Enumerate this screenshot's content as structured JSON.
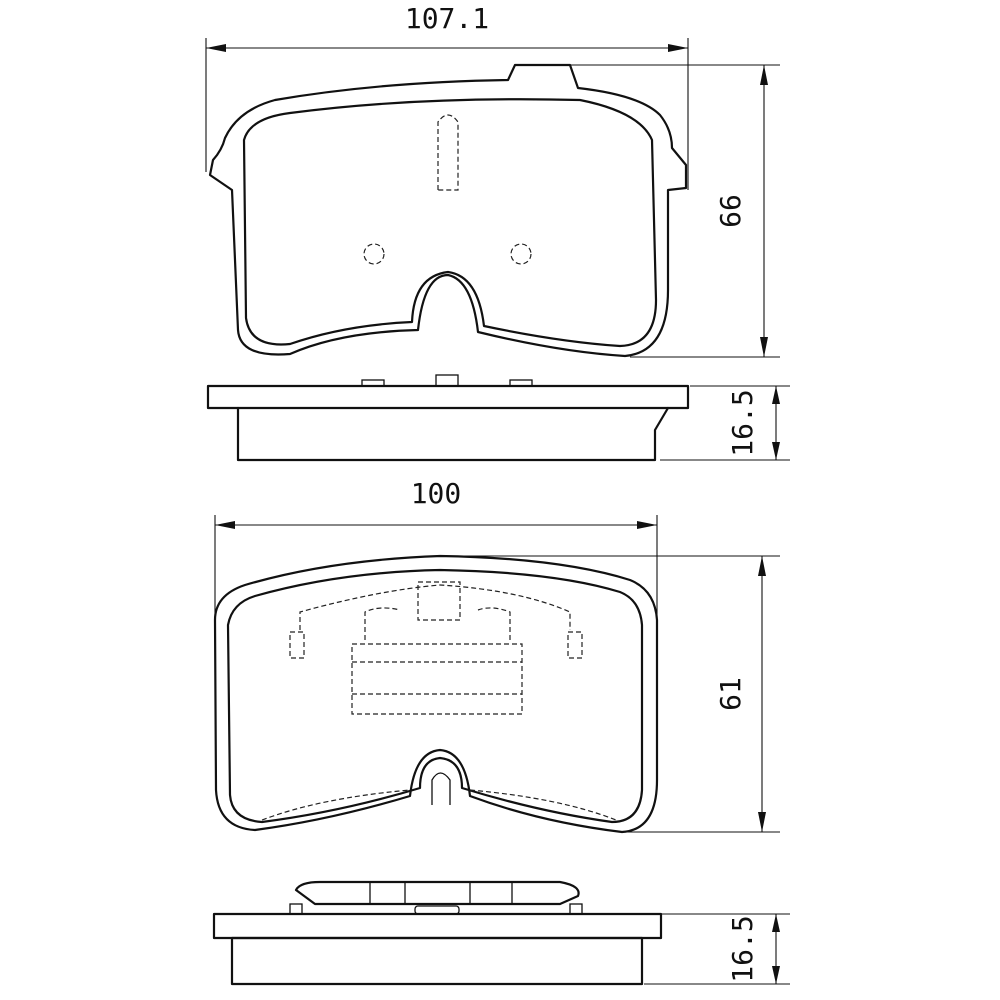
{
  "dimensions": {
    "top_pad_width": "107.1",
    "top_pad_height": "66",
    "top_pad_thickness": "16.5",
    "bottom_pad_width": "100",
    "bottom_pad_height": "61",
    "bottom_pad_thickness": "16.5"
  },
  "colors": {
    "line": "#111111",
    "background": "#ffffff"
  }
}
